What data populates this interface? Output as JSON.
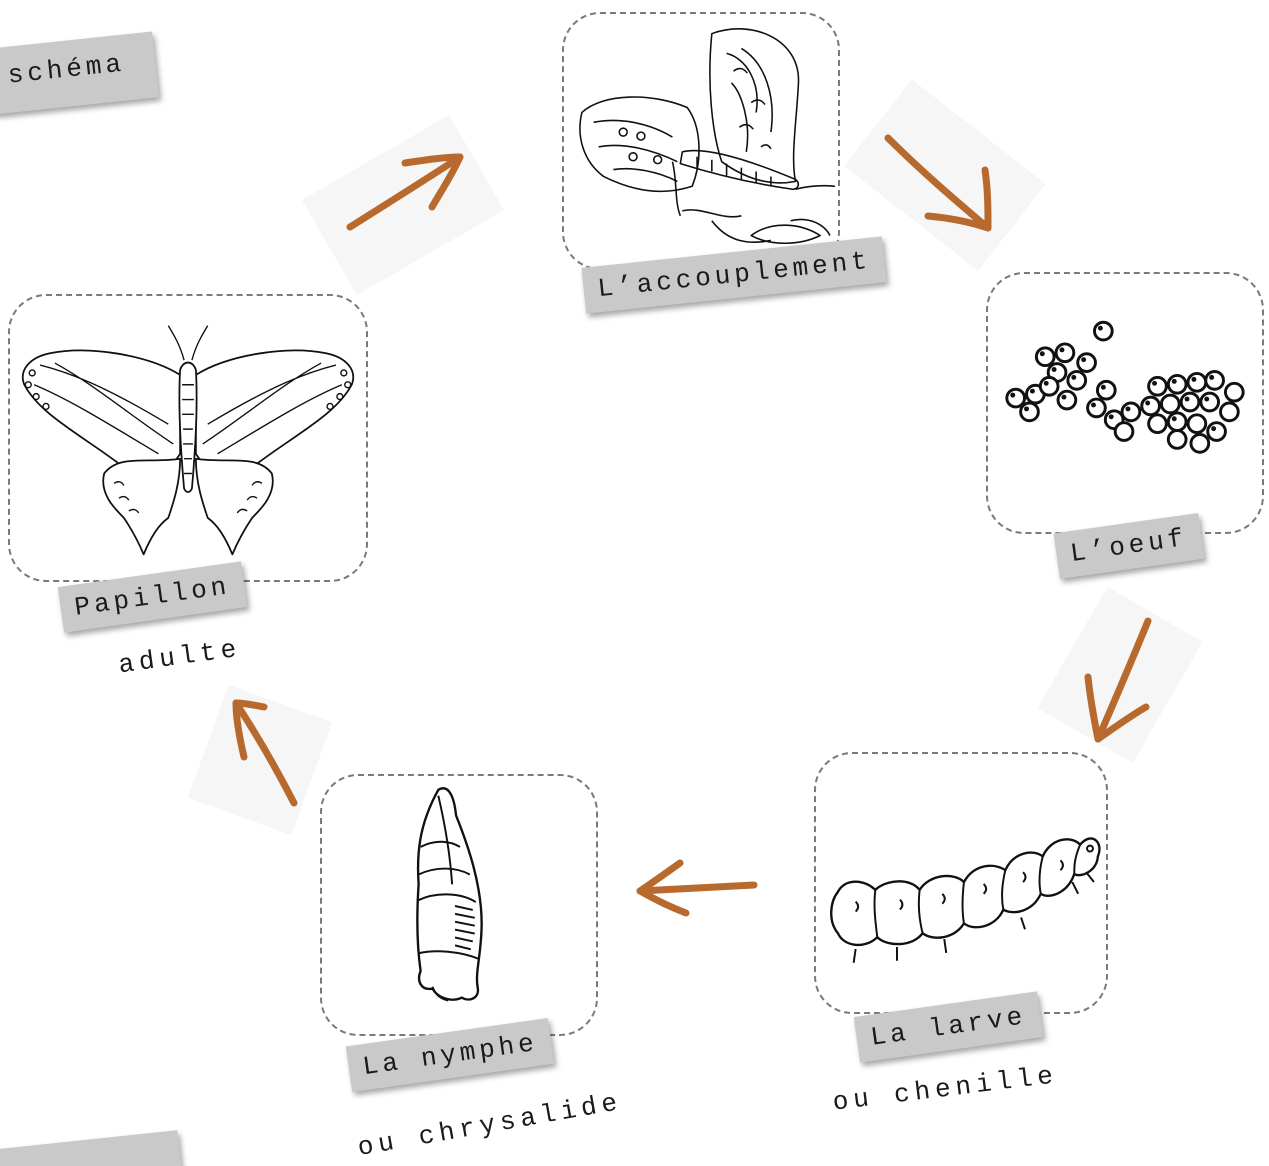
{
  "header_tag": "schéma",
  "stages": {
    "mating": {
      "label": "L’accouplement",
      "icon": "mating-butterflies-icon"
    },
    "egg": {
      "label": "L’oeuf",
      "icon": "eggs-icon"
    },
    "larva": {
      "label": "La larve",
      "sublabel": "ou chenille",
      "icon": "caterpillar-icon"
    },
    "pupa": {
      "label": "La nymphe",
      "sublabel": "ou chrysalide",
      "icon": "chrysalis-icon"
    },
    "adult": {
      "label": "Papillon",
      "sublabel": "adulte",
      "icon": "butterfly-icon"
    }
  },
  "colors": {
    "arrow": "#b86a2e",
    "tag_bg": "#c9c9c9",
    "card_border": "#7a7a7a"
  }
}
